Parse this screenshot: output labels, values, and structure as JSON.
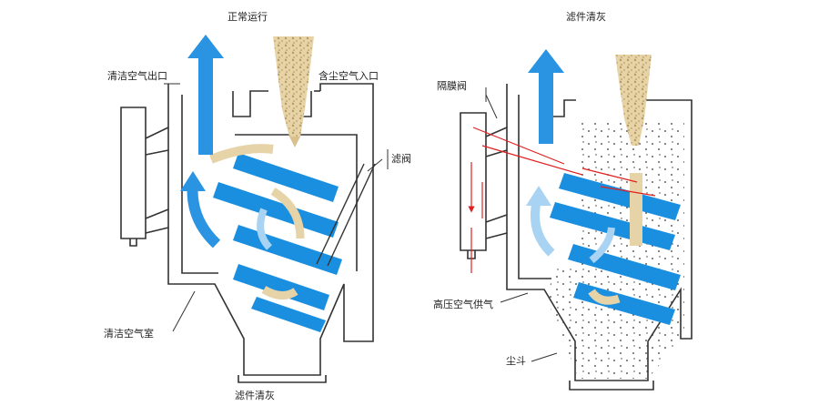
{
  "left_diagram": {
    "top_title": "正常运行",
    "clean_air_outlet": "清洁空气出口",
    "dirty_air_inlet": "含尘空气入口",
    "filter_valve": "滤阀",
    "clean_air_chamber": "清洁空气室",
    "bottom_title": "滤件清灰"
  },
  "right_diagram": {
    "top_title": "滤件清灰",
    "diaphragm_valve": "隔膜阀",
    "high_pressure_air": "高压空气供气",
    "dust_hopper": "尘斗"
  },
  "colors": {
    "filter_blue": "#1a8fe0",
    "airflow_blue": "#2a94e2",
    "light_arrow": "#a9d3f2",
    "dust_tan": "#d9c08e",
    "pulse_red": "#e02020",
    "outline": "#333333"
  }
}
